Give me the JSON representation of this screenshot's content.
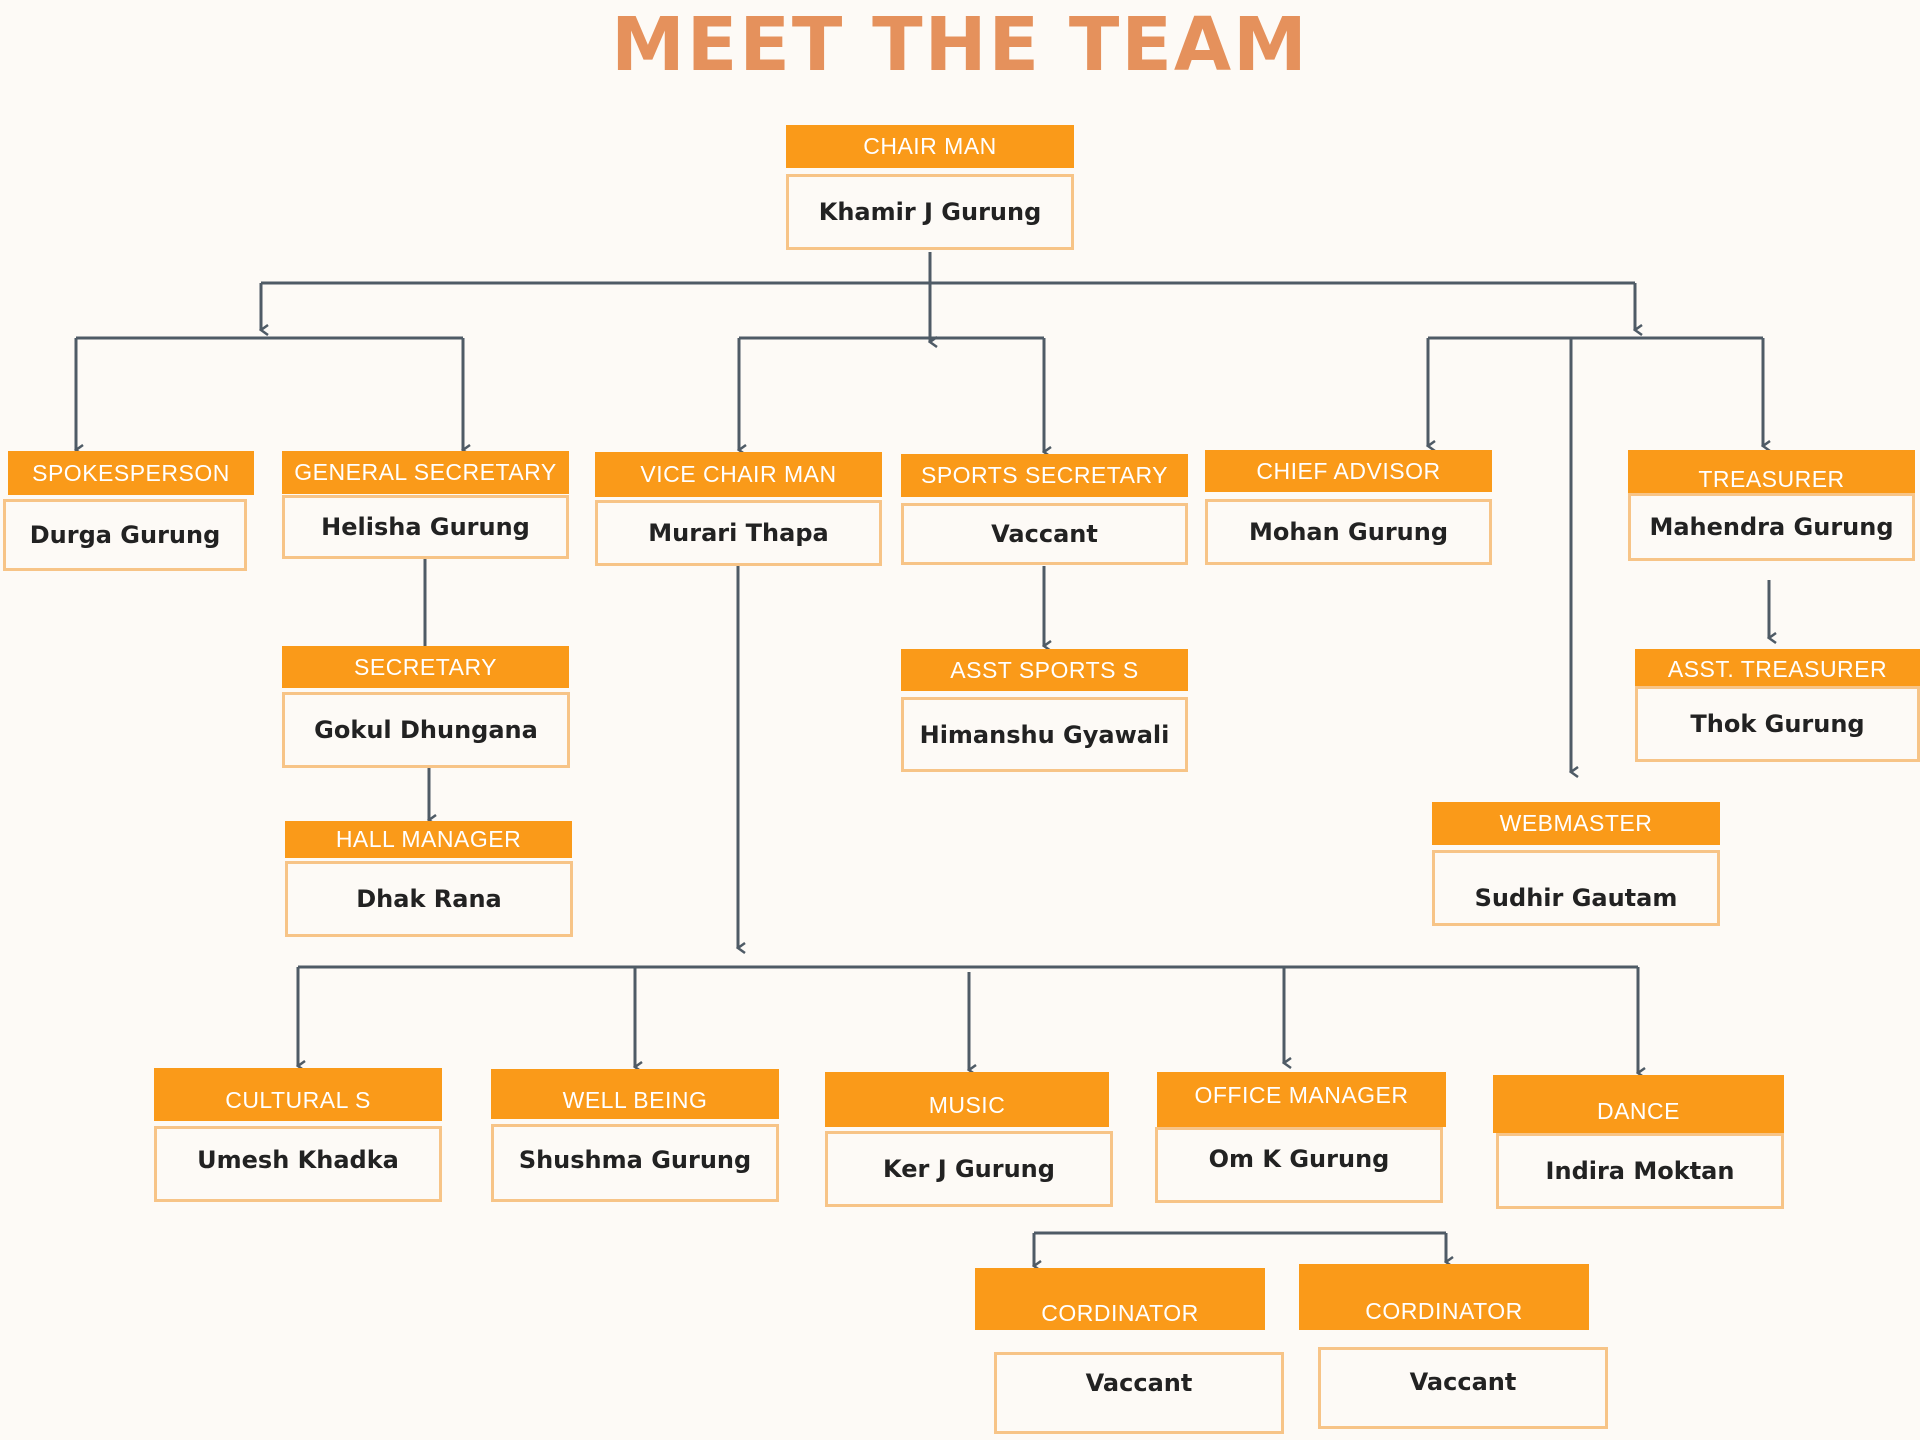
{
  "title": "MEET THE TEAM",
  "colors": {
    "title": "#e5915c",
    "role_fill": "#fa9a19",
    "name_border": "#f7c487",
    "connector": "#4f5b66",
    "background": "#fdfaf6"
  },
  "members": {
    "chairman": {
      "role": "CHAIR MAN",
      "name": "Khamir J Gurung"
    },
    "spokesperson": {
      "role": "SPOKESPERSON",
      "name": "Durga Gurung"
    },
    "general_secretary": {
      "role": "GENERAL SECRETARY",
      "name": "Helisha Gurung"
    },
    "vice_chairman": {
      "role": "VICE CHAIR MAN",
      "name": "Murari Thapa"
    },
    "sports_secretary": {
      "role": "SPORTS SECRETARY",
      "name": "Vaccant"
    },
    "chief_advisor": {
      "role": "CHIEF ADVISOR",
      "name": "Mohan Gurung"
    },
    "treasurer": {
      "role": "TREASURER",
      "name": "Mahendra Gurung"
    },
    "secretary": {
      "role": "SECRETARY",
      "name": "Gokul Dhungana"
    },
    "asst_sports": {
      "role": "ASST SPORTS S",
      "name": "Himanshu Gyawali"
    },
    "asst_treasurer": {
      "role": "ASST. TREASURER",
      "name": "Thok Gurung"
    },
    "hall_manager": {
      "role": "HALL MANAGER",
      "name": "Dhak Rana"
    },
    "webmaster": {
      "role": "WEBMASTER",
      "name": "Sudhir Gautam"
    },
    "cultural": {
      "role": "CULTURAL S",
      "name": "Umesh Khadka"
    },
    "well_being": {
      "role": "WELL BEING",
      "name": "Shushma Gurung"
    },
    "music": {
      "role": "MUSIC",
      "name": "Ker J Gurung"
    },
    "office_manager": {
      "role": "OFFICE MANAGER",
      "name": "Om K Gurung"
    },
    "dance": {
      "role": "DANCE",
      "name": "Indira Moktan"
    },
    "coordinator_1": {
      "role": "CORDINATOR",
      "name": "Vaccant"
    },
    "coordinator_2": {
      "role": "CORDINATOR",
      "name": "Vaccant"
    }
  }
}
